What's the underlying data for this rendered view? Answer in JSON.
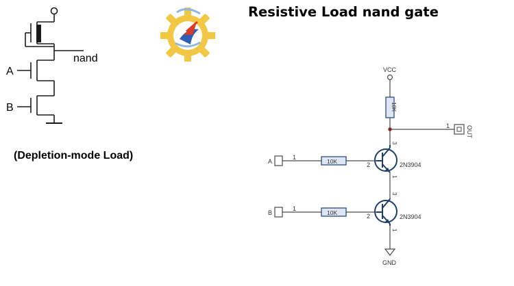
{
  "title": "Resistive Load nand gate",
  "caption": "(Depletion-mode Load)",
  "mos_schematic": {
    "output_label": "nand",
    "input_a": "A",
    "input_b": "B"
  },
  "bjt_schematic": {
    "vcc_label": "VCC",
    "gnd_label": "GND",
    "load_resistor": "10K",
    "base_resistor_a": "10K",
    "base_resistor_b": "10K",
    "input_a_label": "A",
    "input_b_label": "B",
    "output_label": "OUT",
    "connector_pin": "1",
    "base_pin": "2",
    "collector_pin": "3",
    "emitter_pin": "1",
    "transistor_a": "2N3904",
    "transistor_b": "2N3904"
  },
  "colors": {
    "wire": "#1a1a1a",
    "schematic_wire": "#4a4a4a",
    "component_outline": "#1f3d6b",
    "resistor_fill": "#dde6f2",
    "junction": "#8b1a1a",
    "logo_gear": "#f2c744"
  },
  "logo": {
    "icon": "gear-logo-icon"
  }
}
